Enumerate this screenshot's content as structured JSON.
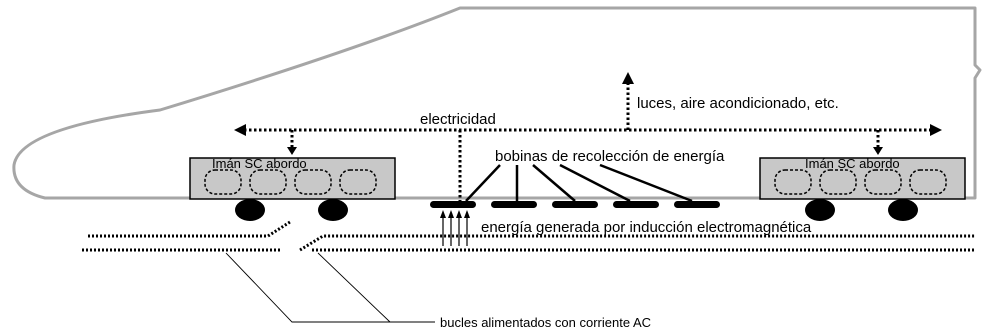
{
  "labels": {
    "electricity": "electricidad",
    "lights": "luces, aire acondicionado, etc.",
    "magnet_left": "Imán SC abordo",
    "magnet_right": "Imán SC abordo",
    "coils": "bobinas de recolección de energía",
    "induction": "energía generada por inducción electromagnética",
    "loops": "bucles alimentados con corriente AC"
  },
  "colors": {
    "body_outline": "#a6a6a6",
    "magnet_fill": "#c8c8c8",
    "ink": "#000000"
  }
}
